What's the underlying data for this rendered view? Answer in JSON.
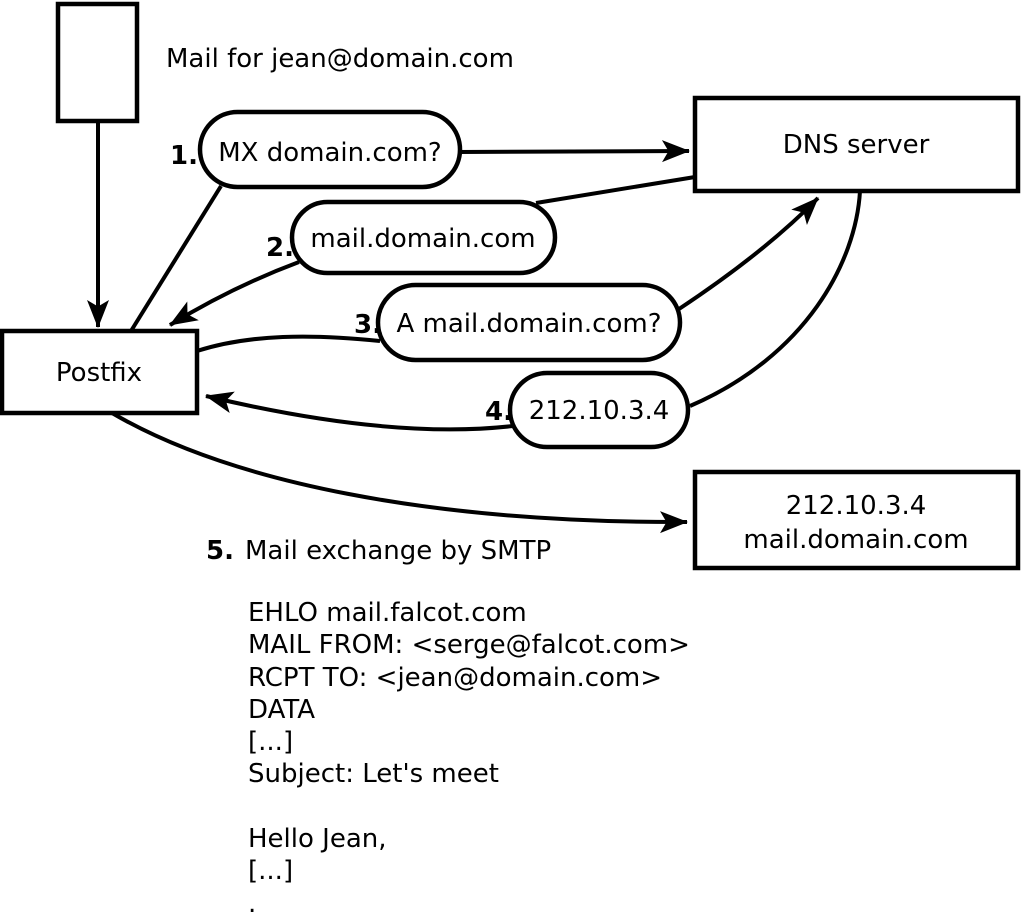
{
  "diagram": {
    "title": "Mail for jean@domain.com",
    "nodes": {
      "postfix": "Postfix",
      "dns_server": "DNS server",
      "mail_server_line1": "212.10.3.4",
      "mail_server_line2": "mail.domain.com"
    },
    "steps": [
      {
        "num": "1.",
        "label": "MX domain.com?"
      },
      {
        "num": "2.",
        "label": "mail.domain.com"
      },
      {
        "num": "3.",
        "label": "A mail.domain.com?"
      },
      {
        "num": "4.",
        "label": "212.10.3.4"
      },
      {
        "num": "5.",
        "label": "Mail exchange by SMTP"
      }
    ],
    "colors": {
      "stroke": "#000000",
      "fill": "#ffffff"
    }
  },
  "smtp_session": {
    "text": "EHLO mail.falcot.com\nMAIL FROM: <serge@falcot.com>\nRCPT TO: <jean@domain.com>\nDATA\n[...]\nSubject: Let's meet\n\nHello Jean,\n[...]\n."
  }
}
